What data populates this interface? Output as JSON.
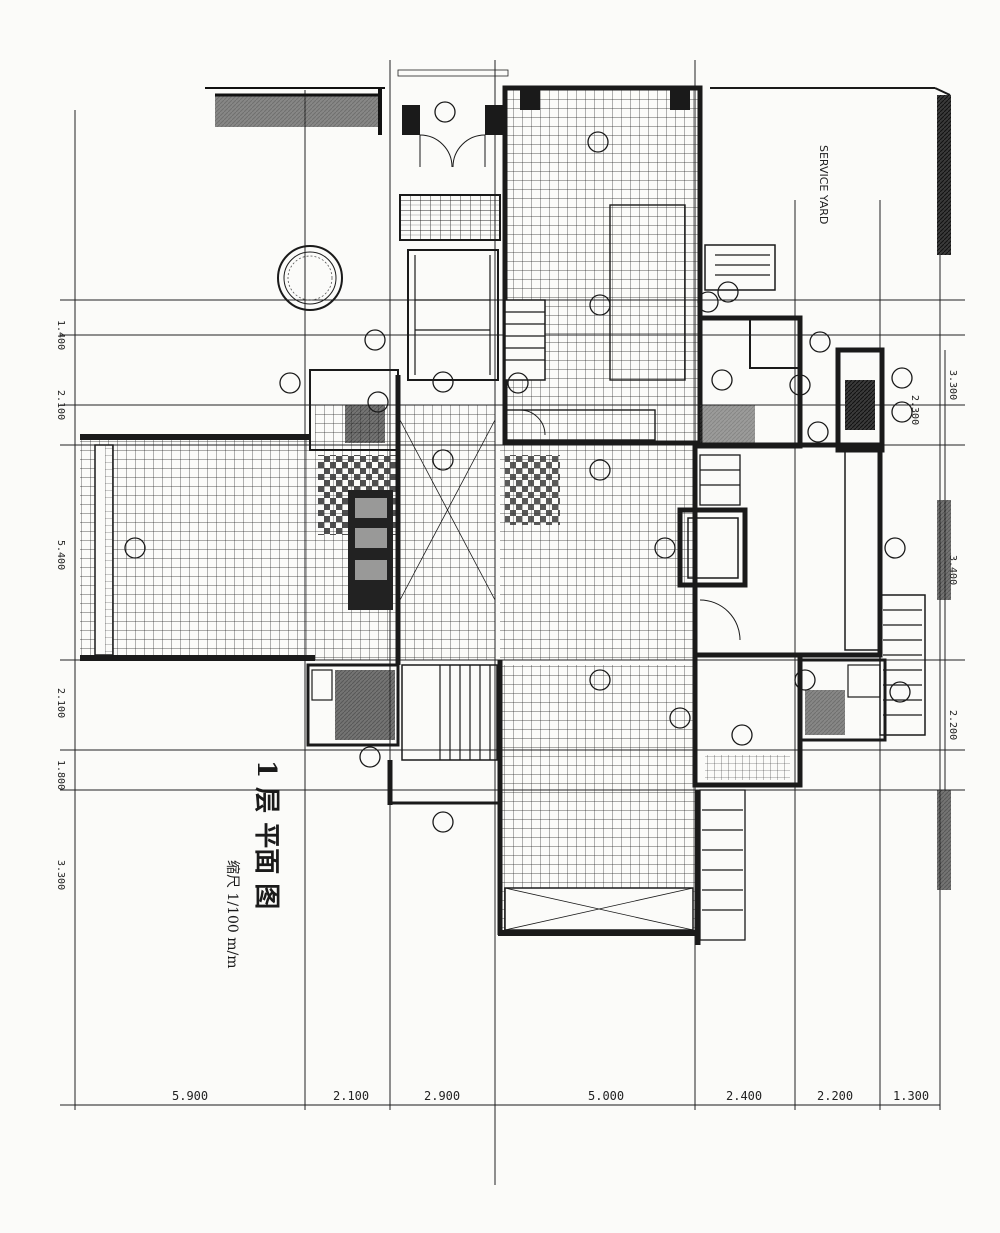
{
  "drawing": {
    "title": "1 层 平面 图",
    "scale": "缩尺 1/100 m/m",
    "service_yard_label": "SERVICE YARD"
  },
  "dimensions": {
    "bottom": [
      "5.900",
      "2.100",
      "2.900",
      "5.000",
      "2.400",
      "2.200",
      "1.300"
    ],
    "left": [
      "1.400",
      "2.100",
      "5.400",
      "2.100",
      "1.800",
      "3.300"
    ],
    "right": [
      "3.300",
      "2.300",
      "3.400",
      "2.200"
    ]
  }
}
